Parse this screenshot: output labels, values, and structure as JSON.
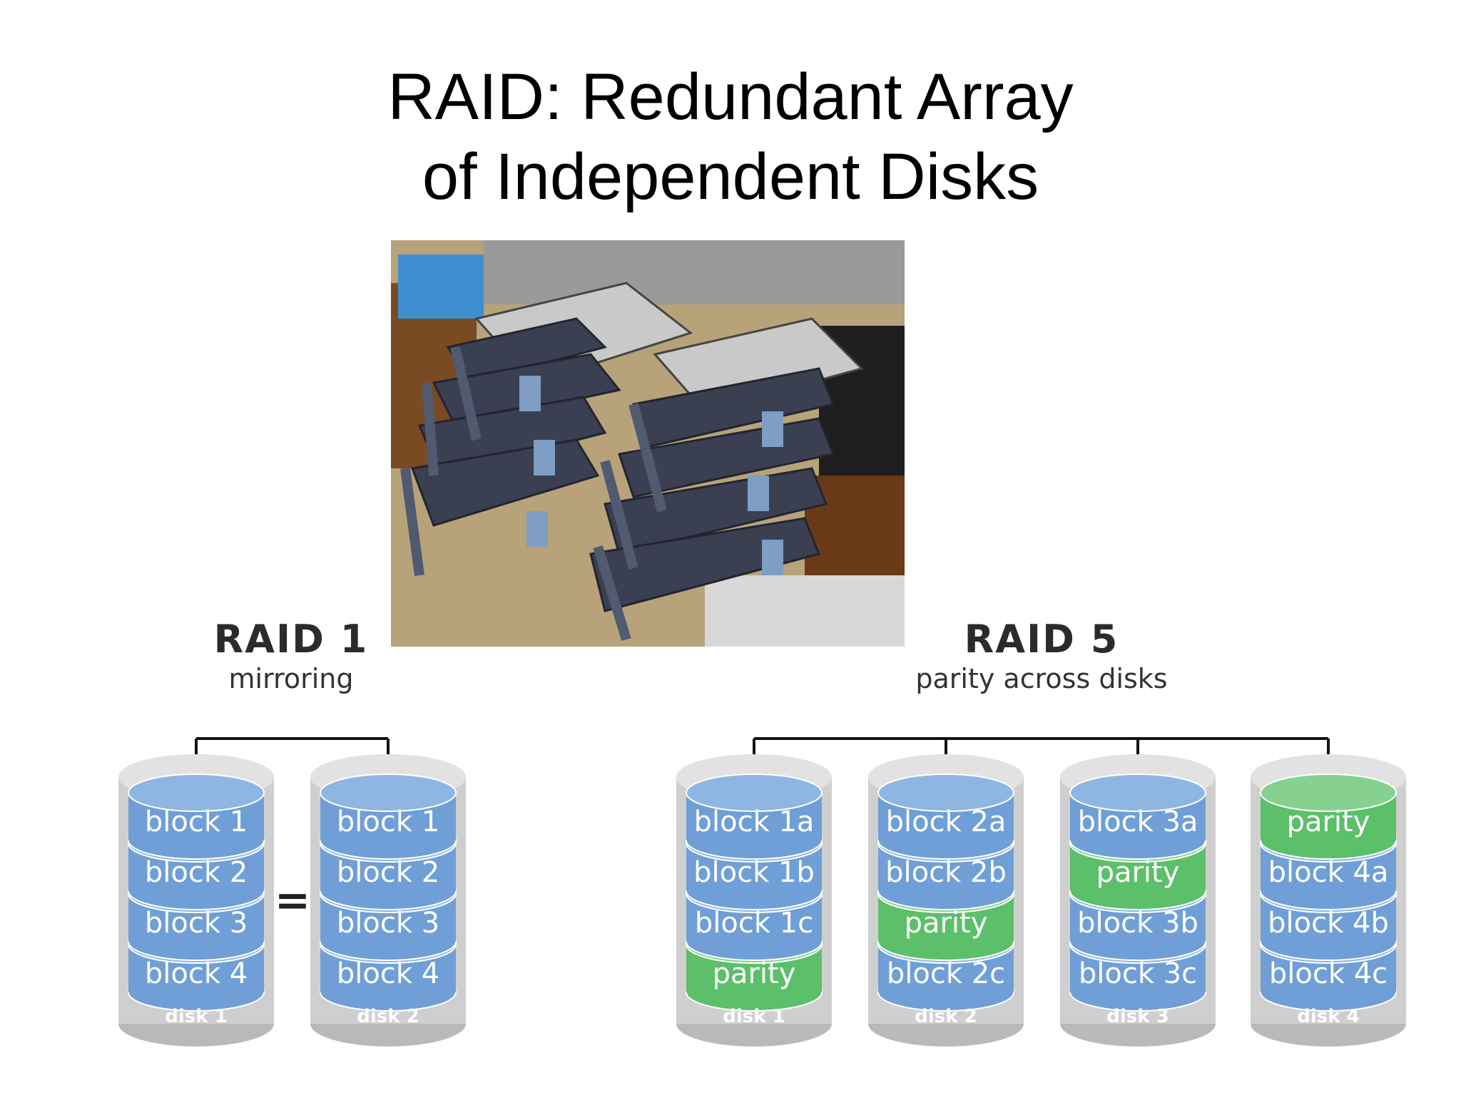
{
  "title": {
    "line1": "RAID: Redundant Array",
    "line2": "of Independent Disks"
  },
  "photo": {
    "description_icon": "server-drive-bays-photo"
  },
  "raid1": {
    "name": "RAID 1",
    "subtitle": "mirroring",
    "equals": "=",
    "disks": [
      {
        "label": "disk 1",
        "blocks": [
          "block 1",
          "block 2",
          "block 3",
          "block 4"
        ]
      },
      {
        "label": "disk 2",
        "blocks": [
          "block 1",
          "block 2",
          "block 3",
          "block 4"
        ]
      }
    ]
  },
  "raid5": {
    "name": "RAID 5",
    "subtitle": "parity across disks",
    "disks": [
      {
        "label": "disk 1",
        "blocks": [
          "block 1a",
          "block 1b",
          "block 1c",
          "parity"
        ]
      },
      {
        "label": "disk 2",
        "blocks": [
          "block 2a",
          "block 2b",
          "parity",
          "block 2c"
        ]
      },
      {
        "label": "disk 3",
        "blocks": [
          "block 3a",
          "parity",
          "block 3b",
          "block 3c"
        ]
      },
      {
        "label": "disk 4",
        "blocks": [
          "parity",
          "block 4a",
          "block 4b",
          "block 4c"
        ]
      }
    ]
  },
  "colors": {
    "data_block": "#6f9fd6",
    "data_block_top": "#8fb6e2",
    "parity_block": "#5cbf6a",
    "parity_block_top": "#86d190",
    "disk_shell": "#cfcfcf",
    "connector": "#111111"
  }
}
